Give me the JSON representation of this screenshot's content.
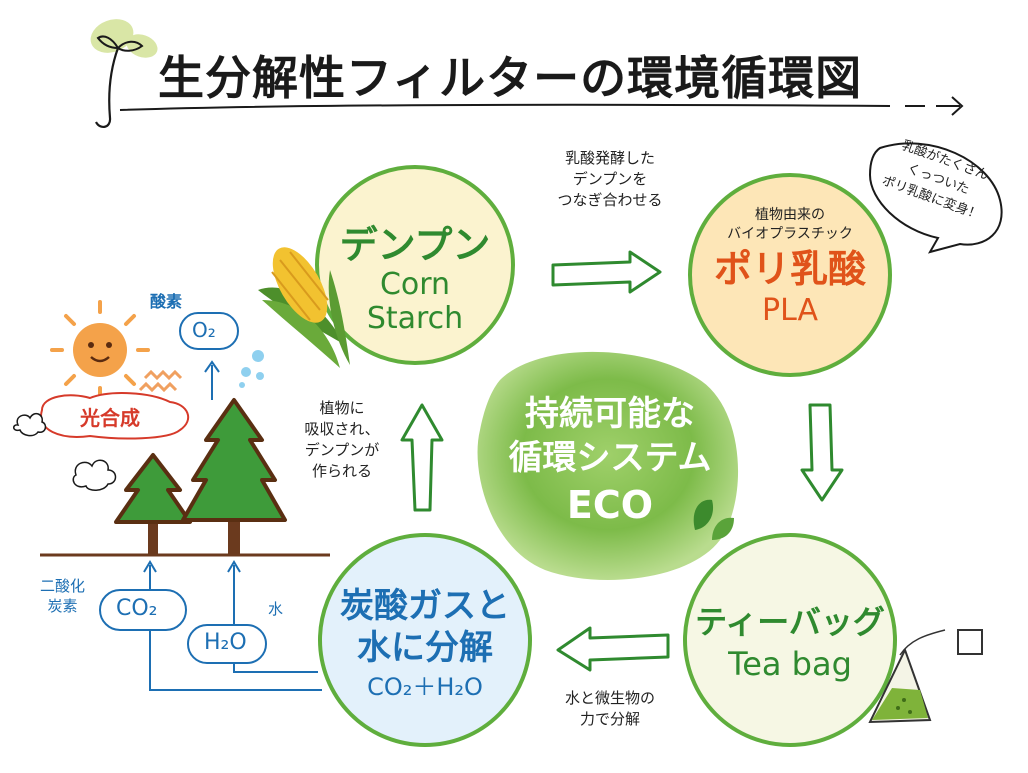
{
  "title": "生分解性フィルターの環境循環図",
  "center": {
    "line1": "持続可能な",
    "line2": "循環システム",
    "line3": "ECO"
  },
  "starch": {
    "jp": "デンプン",
    "en1": "Corn",
    "en2": "Starch"
  },
  "pla": {
    "sub1": "植物由来の",
    "sub2": "バイオプラスチック",
    "jp": "ポリ乳酸",
    "en": "PLA"
  },
  "teabag": {
    "jp": "ティーバッグ",
    "en": "Tea bag"
  },
  "decomp": {
    "jp1": "炭酸ガスと",
    "jp2": "水に分解",
    "formula": "CO₂＋H₂O"
  },
  "captions": {
    "top": [
      "乳酸発酵した",
      "デンプンを",
      "つなぎ合わせる"
    ],
    "bottom": [
      "水と微生物の",
      "力で分解"
    ],
    "left": [
      "植物に",
      "吸収され、",
      "デンプンが",
      "作られる"
    ]
  },
  "bubble": [
    "乳酸がたくさん",
    "くっついた",
    "ポリ乳酸に変身！"
  ],
  "photosynthesis": {
    "label": "光合成",
    "oxygen_label": "酸素",
    "o2": "O₂",
    "co2_label_1": "二酸化",
    "co2_label_2": "炭素",
    "co2": "CO₂",
    "water_label": "水",
    "h2o": "H₂O"
  },
  "colors": {
    "green": "#2f8a2f",
    "blue": "#1d6fb3",
    "orange": "#e0531a",
    "red": "#d63a2a",
    "starch_circle": "#fbf3cf",
    "pla_circle": "#fde6b7",
    "teabag_circle": "#f6f7e4",
    "decomp_circle": "#e3f1fb"
  }
}
